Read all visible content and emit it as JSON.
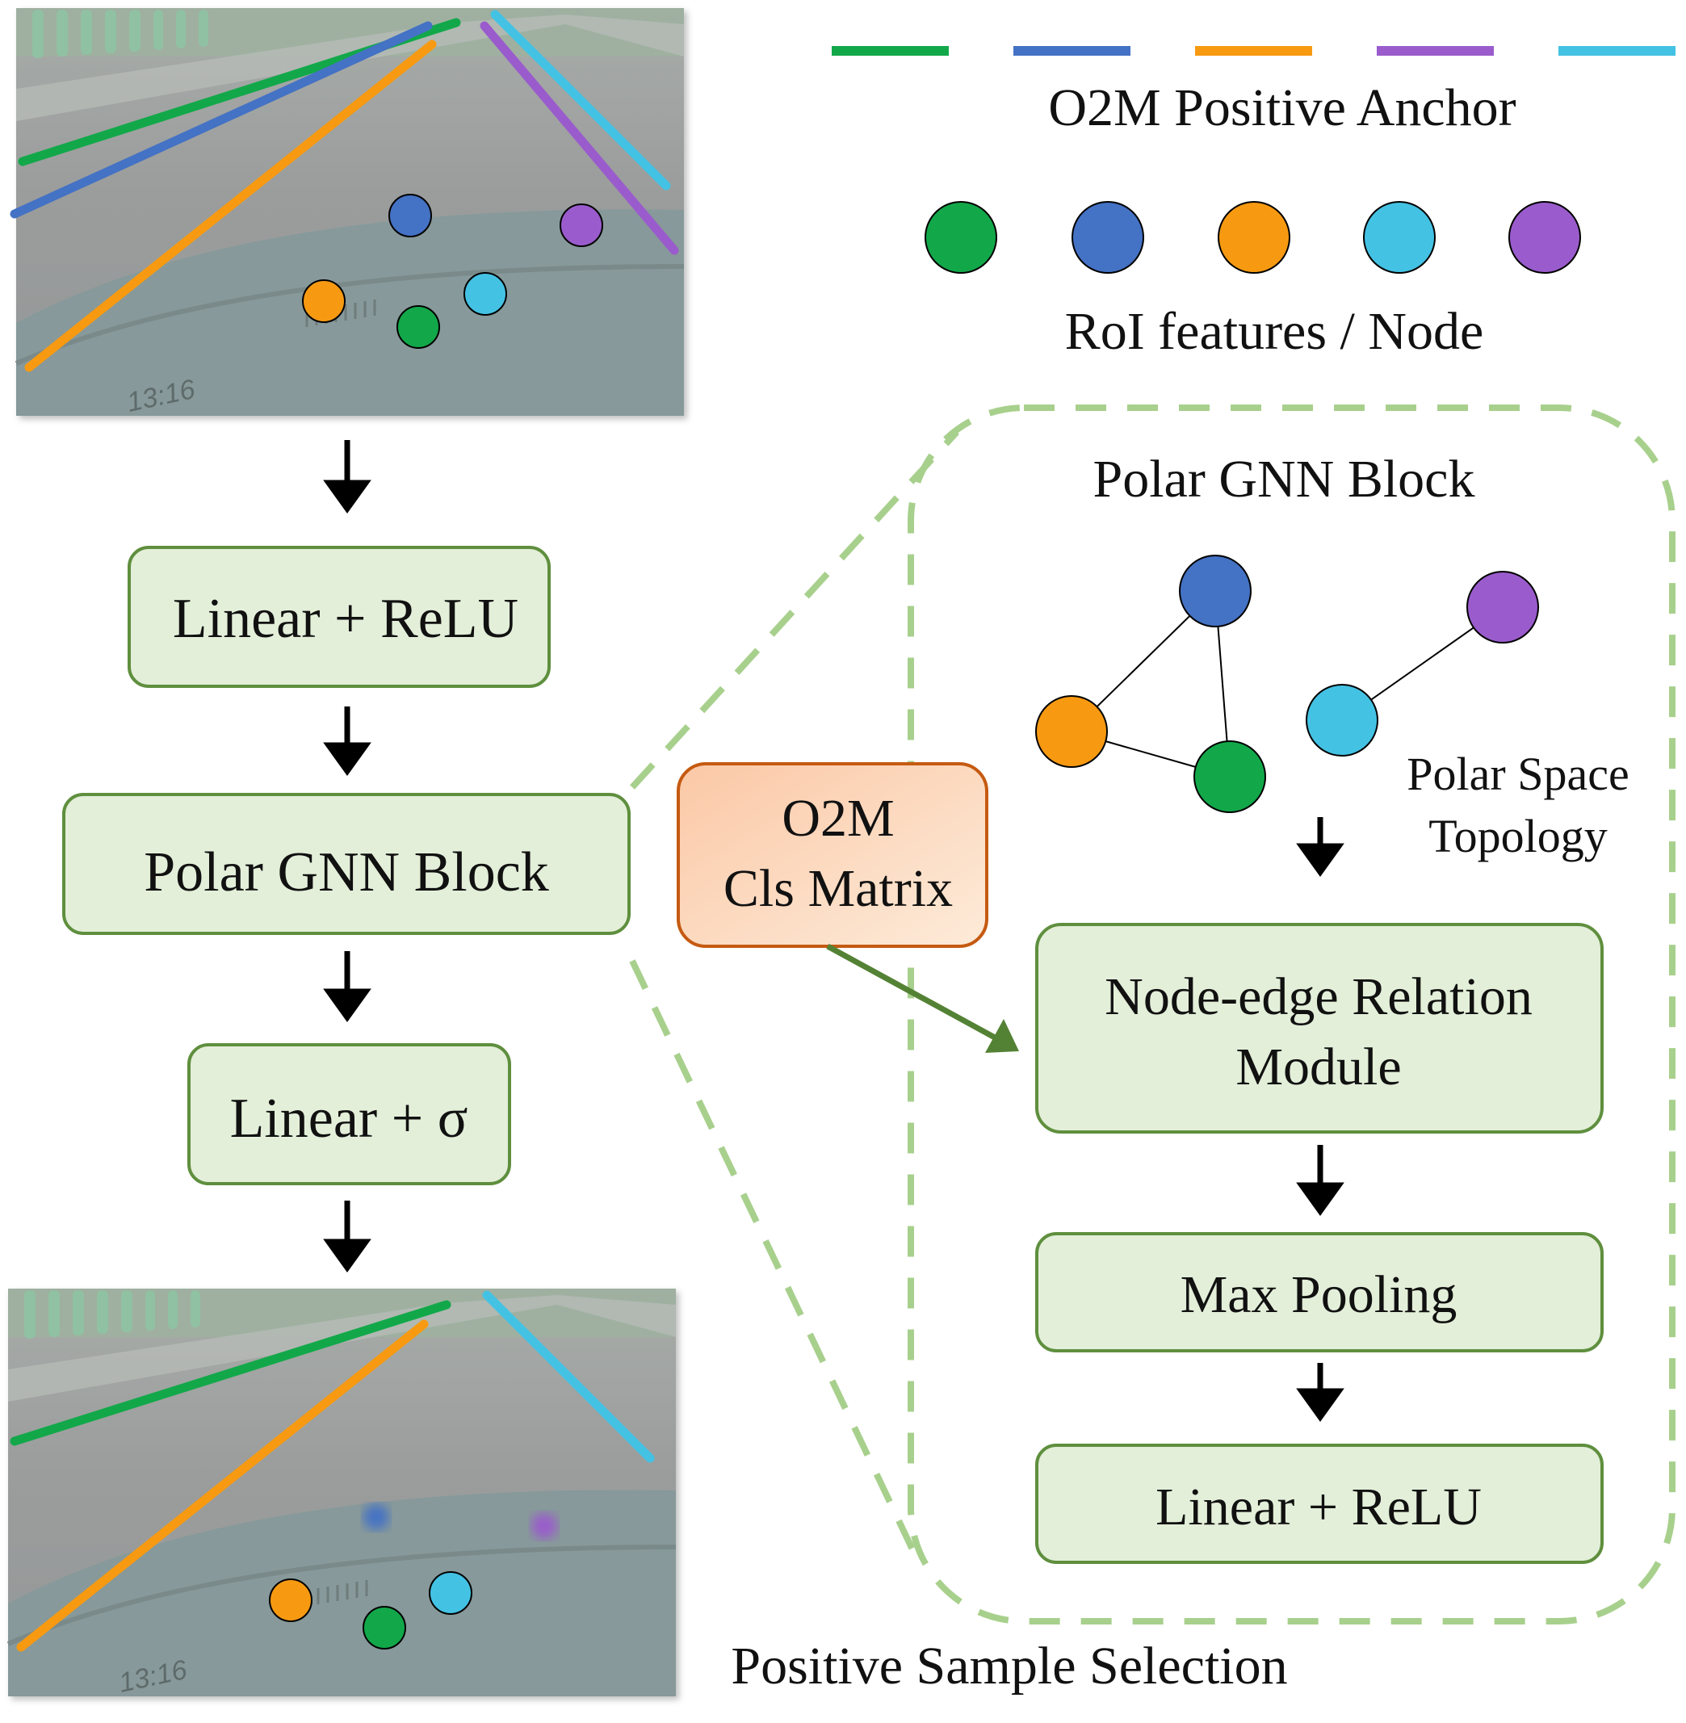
{
  "legend": {
    "anchor_label": "O2M Positive Anchor",
    "node_label": "RoI features / Node",
    "colors": [
      "#12a84a",
      "#4472c4",
      "#f79a12",
      "#44c2e4",
      "#9a5ccc"
    ]
  },
  "left_pipeline": {
    "blocks": [
      "Linear + ReLU",
      "Polar GNN Block",
      "Linear + σ"
    ]
  },
  "cls_matrix": {
    "line1": "O2M",
    "line2": "Cls Matrix"
  },
  "gnn_detail": {
    "title": "Polar GNN Block",
    "topology_line1": "Polar Space",
    "topology_line2": "Topology",
    "relation_line1": "Node-edge Relation",
    "relation_line2": "Module",
    "pooling": "Max Pooling",
    "final": "Linear + ReLU"
  },
  "bottom_caption": "Positive Sample Selection",
  "timestamp_top": "13:16",
  "timestamp_bottom": "13:16",
  "theme": {
    "block_fill": "#e3efd9",
    "block_stroke": "#5f8f3e",
    "dashed_stroke": "#a8d08d",
    "matrix_fill_top": "#fbc8a6",
    "matrix_fill_bottom": "#fdebd9",
    "matrix_stroke": "#c55a11",
    "arrow_green": "#548235"
  }
}
